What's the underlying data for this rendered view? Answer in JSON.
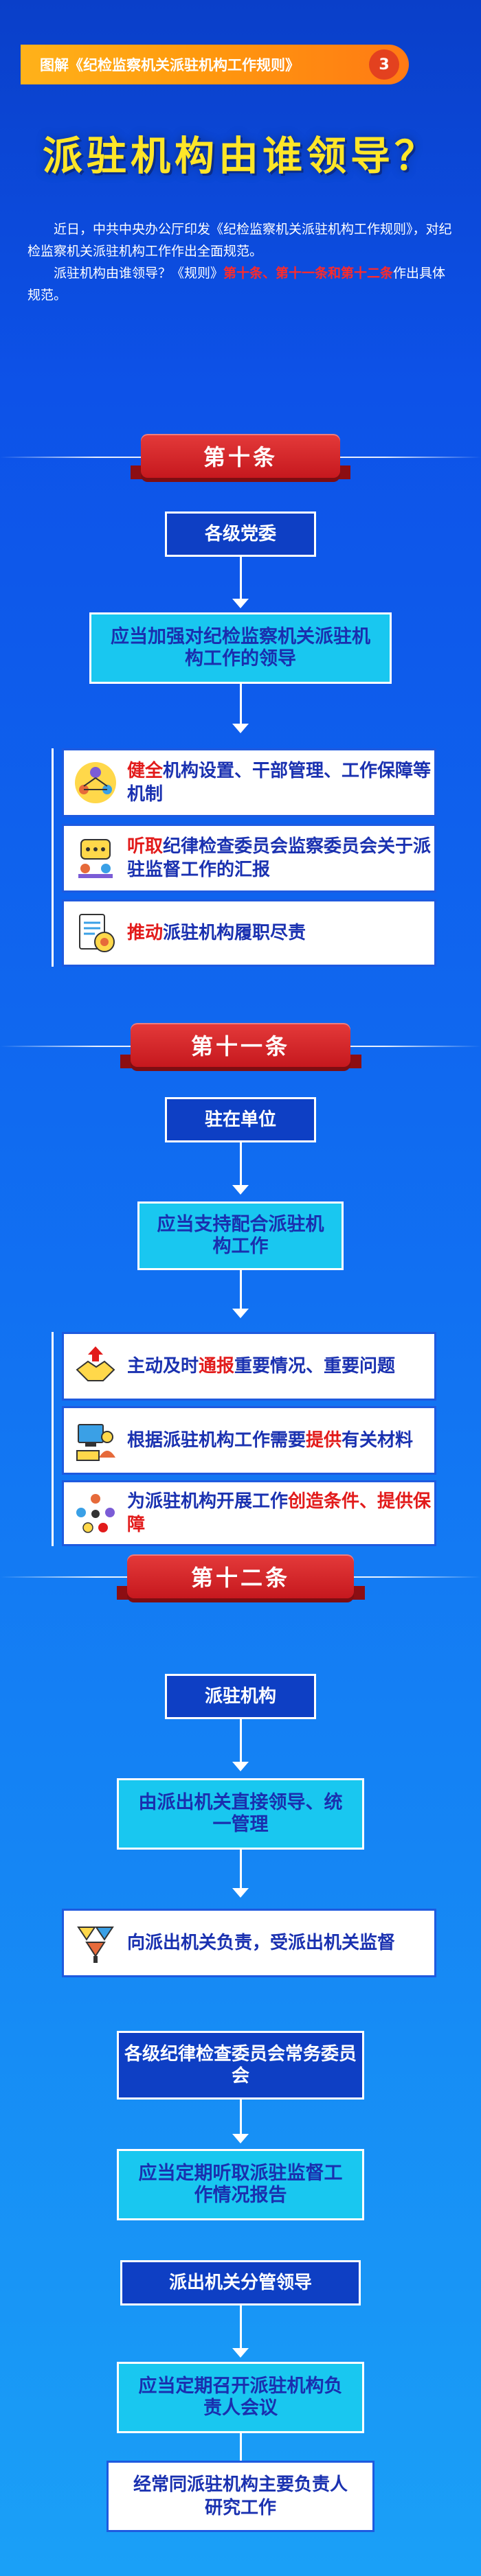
{
  "header": {
    "label": "图解《纪检监察机关派驻机构工作规则》",
    "badge": "3"
  },
  "title": "派驻机构由谁领导？",
  "intro": {
    "p1": "近日，中共中央办公厅印发《纪检监察机关派驻机构工作规则》，对纪检监察机关派驻机构工作作出全面规范。",
    "p2_a": "派驻机构由谁领导？《规则》",
    "p2_red": "第十条、第十一条和第十二条",
    "p2_b": "作出具体规范。"
  },
  "art10": {
    "tab": "第十条",
    "top_box": "各级党委",
    "mid_box": "应当加强对纪检监察机关派驻机构工作的领导",
    "items": [
      {
        "hl": "健全",
        "text": "机构设置、干部管理、工作保障等机制"
      },
      {
        "hl": "听取",
        "text": "纪律检查委员会监察委员会关于派驻监督工作的汇报"
      },
      {
        "hl": "推动",
        "text": "派驻机构履职尽责"
      }
    ]
  },
  "art11": {
    "tab": "第十一条",
    "top_box": "驻在单位",
    "mid_box": "应当支持配合派驻机构工作",
    "items": [
      {
        "a": "主动及时",
        "hl": "通报",
        "b": "重要情况、重要问题"
      },
      {
        "a": "根据派驻机构工作需要",
        "hl": "提供",
        "b": "有关材料"
      },
      {
        "a": "为派驻机构开展工作",
        "hl": "创造条件、提供保障",
        "b": ""
      }
    ]
  },
  "art12": {
    "tab": "第十二条",
    "top_box": "派驻机构",
    "mid_box": "由派出机关直接领导、统一管理",
    "item": "向派出机关负责，受派出机关监督",
    "box_standing": "各级纪律检查委员会常务委员会",
    "box_report": "应当定期听取派驻监督工作情况报告",
    "box_leader": "派出机关分管领导",
    "box_meeting": "应当定期召开派驻机构负责人会议",
    "box_final": "经常同派驻机构主要负责人研究工作"
  },
  "colors": {
    "accent_yellow": "#ffe628",
    "red": "#e21b1b",
    "cyan": "#19c7f0",
    "navy": "#0e3fc4"
  }
}
